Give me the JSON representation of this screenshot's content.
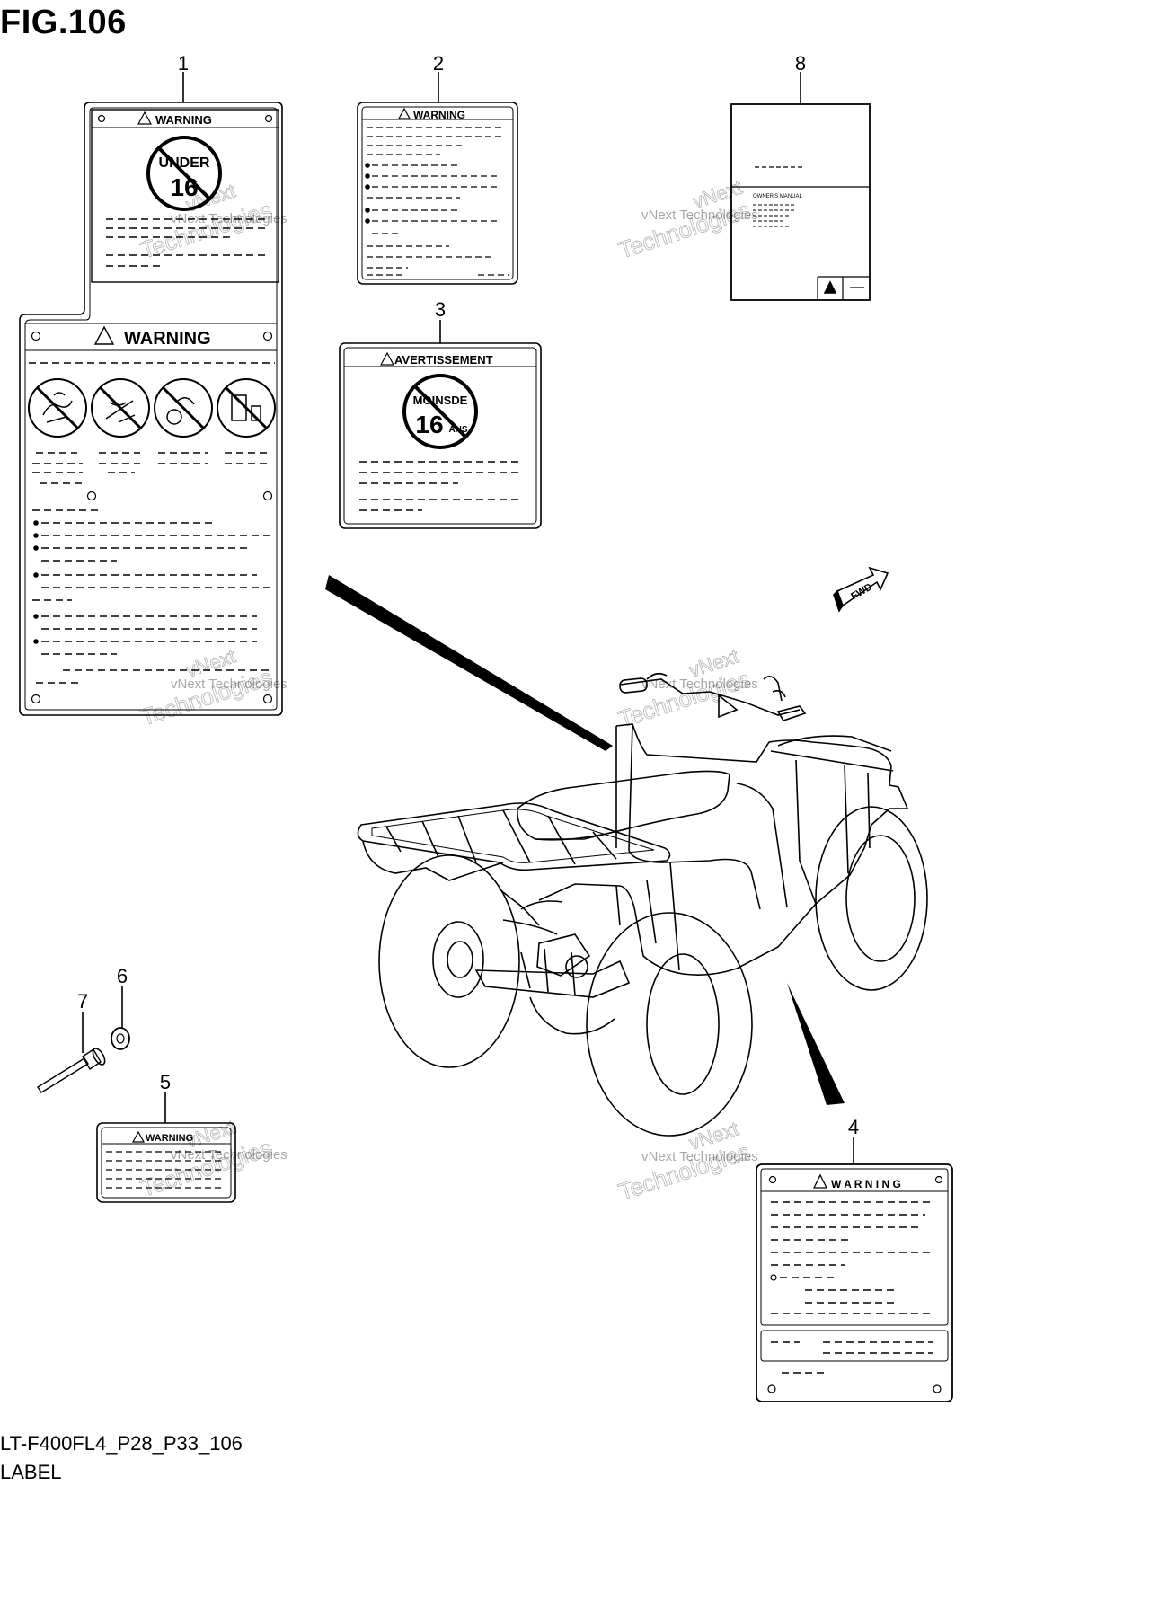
{
  "figure": {
    "title": "FIG.106",
    "model_code": "LT-F400FL4_P28_P33_106",
    "section_name": "LABEL"
  },
  "callouts": [
    "1",
    "2",
    "3",
    "4",
    "5",
    "6",
    "7",
    "8"
  ],
  "labels": {
    "warning_text": "WARNING",
    "warning_spaced_text": "W A R N I N G",
    "french_warning_text": "AVERTISSEMENT",
    "under_text": "UNDER",
    "age_text": "16",
    "french_under_text": "MOINSDE",
    "french_age_text": "16",
    "french_age_suffix": "ANS",
    "manual_heading": "OWNER'S MANUAL",
    "fwd_arrow_text": "FWD"
  },
  "watermark": {
    "line1": "vNext Technologies",
    "line2": "vNext",
    "line3": "Technologies"
  }
}
